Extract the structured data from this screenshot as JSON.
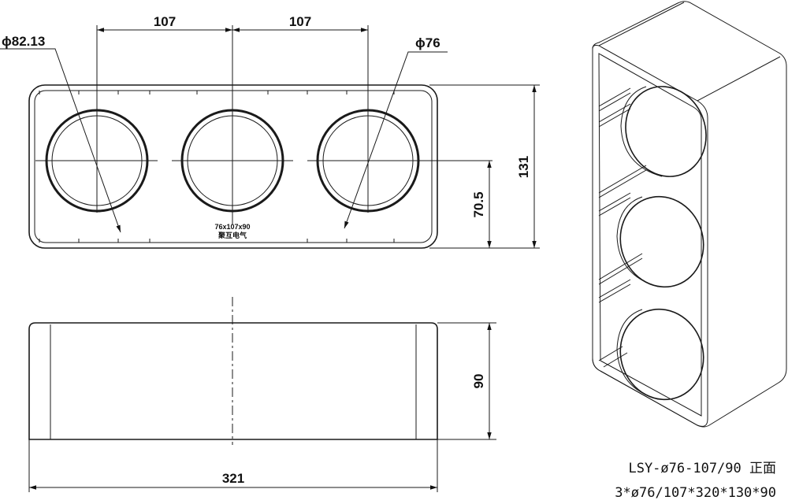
{
  "front_view": {
    "spacing_left": "107",
    "spacing_right": "107",
    "dia_left": "ϕ82.13",
    "dia_right": "ϕ76",
    "height_total": "131",
    "height_center": "70.5",
    "inner_label_line1": "76x107x90",
    "inner_label_line2": "聚互电气"
  },
  "bottom_view": {
    "depth": "90",
    "width": "321"
  },
  "title_block": {
    "line1": "LSY-ø76-107/90 正面",
    "line2": "3*ø76/107*320*130*90"
  }
}
